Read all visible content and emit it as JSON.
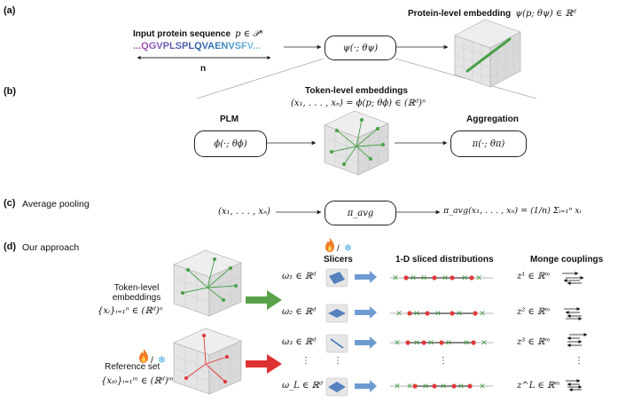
{
  "panel_a": {
    "tag": "(a)",
    "input_label": "Input protein sequence",
    "input_math": "p ∈ 𝒫ⁿ",
    "sequence": "...QGVPLSPLQVAENVSFV...",
    "length_label": "n",
    "box_label": "ψ(·; θψ)",
    "output_label": "Protein-level embedding",
    "output_math": "ψ(p; θψ) ∈ ℝᵈ"
  },
  "panel_b": {
    "tag": "(b)",
    "plm_label": "PLM",
    "plm_box": "ϕ(·; θϕ)",
    "token_title": "Token-level embeddings",
    "token_math": "(x₁, . . . , xₙ) = ϕ(p; θϕ) ∈ (ℝᵈ)ⁿ",
    "agg_label": "Aggregation",
    "agg_box": "π(·; θπ)"
  },
  "panel_c": {
    "tag": "(c)",
    "title": "Average pooling",
    "input_math": "(x₁, . . . , xₙ)",
    "box_label": "π_avg",
    "output_math": "π_avg(x₁, . . . , xₙ) = (1/n) Σᵢ₌₁ⁿ xᵢ"
  },
  "panel_d": {
    "tag": "(d)",
    "title": "Our approach",
    "token_label_1": "Token-level",
    "token_label_2": "embeddings",
    "token_math": "{xᵢ}ᵢ₌₁ⁿ ∈ (ℝᵈ)ⁿ",
    "ref_label": "Reference set",
    "ref_math": "{xᵢ₀}ᵢ₌₁ᵐ ∈ (ℝᵈ)ᵐ",
    "slicers_label": "Slicers",
    "slash": "/",
    "dist_label": "1-D sliced distributions",
    "monge_label": "Monge couplings",
    "omegas": [
      "ω₁ ∈ ℝᵈ",
      "ω₂ ∈ ℝᵈ",
      "ω₃ ∈ ℝᵈ",
      "ω_L ∈ ℝᵈ"
    ],
    "zs": [
      "z¹ ∈ ℝᵐ",
      "z² ∈ ℝᵐ",
      "z³ ∈ ℝᵐ",
      "z^L ∈ ℝᵐ"
    ],
    "dots": "⋮"
  },
  "colors": {
    "green_arrow": "#5aa24a",
    "red_arrow": "#e03131",
    "blue_arrow": "#6d9bd1",
    "token_green": "#4aa14a",
    "ref_red": "#e03a3a",
    "slicer_blue": "#3b6fb6",
    "flame": "#f07a2a",
    "snow": "#3fa9e0"
  }
}
